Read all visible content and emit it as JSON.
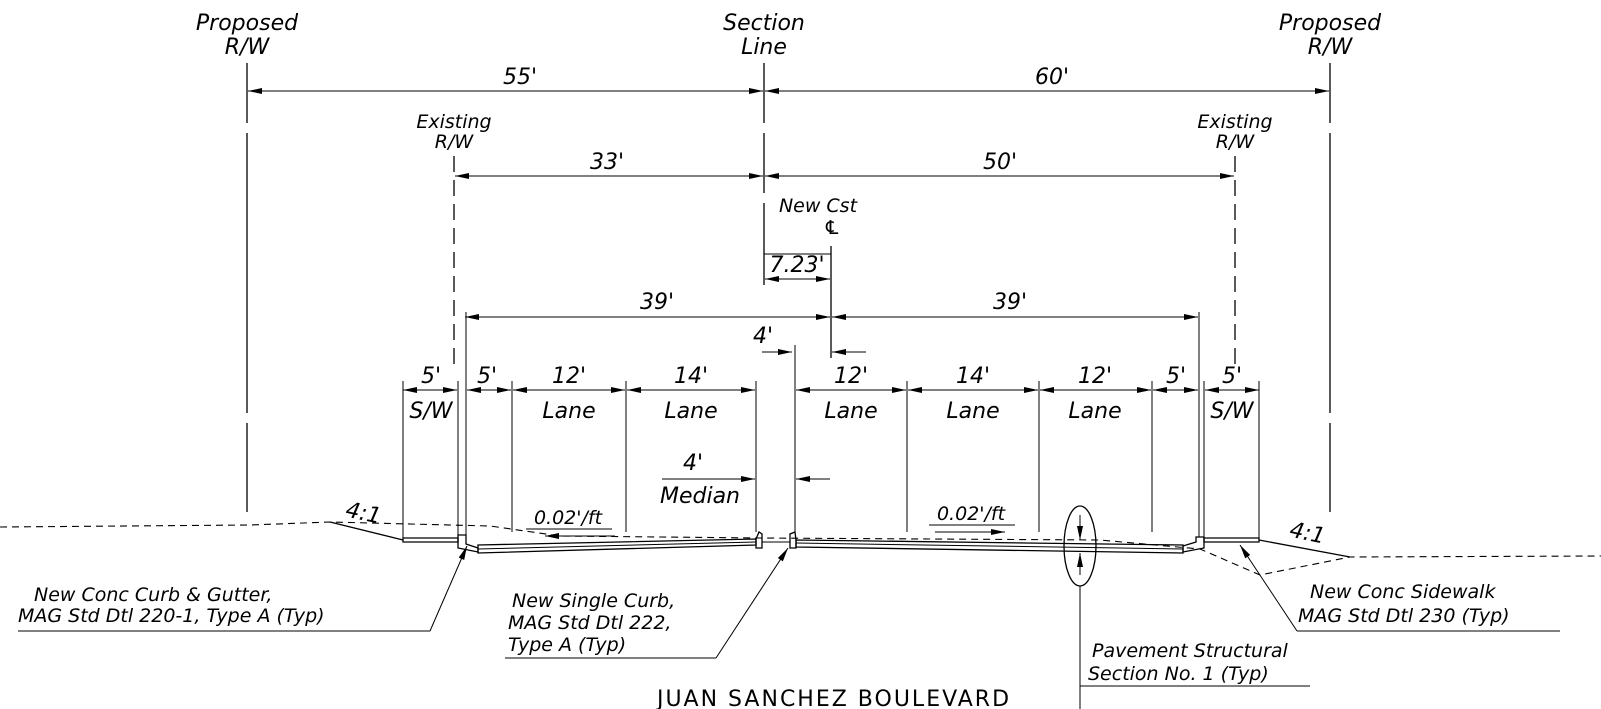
{
  "labels": {
    "proposed_rw_left": [
      "Proposed",
      "R/W"
    ],
    "proposed_rw_right": [
      "Proposed",
      "R/W"
    ],
    "section_line": [
      "Section",
      "Line"
    ],
    "existing_rw_left": [
      "Existing",
      "R/W"
    ],
    "existing_rw_right": [
      "Existing",
      "R/W"
    ],
    "new_cst": [
      "New Cst",
      "℄"
    ]
  },
  "dimensions": {
    "left_55": "55'",
    "right_60": "60'",
    "left_33": "33'",
    "right_50": "50'",
    "offset": "7.23'",
    "left_39": "39'",
    "right_39": "39'",
    "median_4_top": "4'",
    "sw_left": "5'",
    "sw_left_label": "S/W",
    "curb_left": "5'",
    "lane_l1": "12'",
    "lane_l1_label": "Lane",
    "lane_l2": "14'",
    "lane_l2_label": "Lane",
    "lane_r1": "12'",
    "lane_r1_label": "Lane",
    "lane_r2": "14'",
    "lane_r2_label": "Lane",
    "lane_r3": "12'",
    "lane_r3_label": "Lane",
    "curb_right": "5'",
    "sw_right": "5'",
    "sw_right_label": "S/W",
    "median_4": "4'",
    "median_label": "Median"
  },
  "slopes": {
    "left_side": "4:1",
    "right_side": "4:1",
    "cross_left": "0.02'/ft",
    "cross_right": "0.02'/ft"
  },
  "callouts": {
    "curb_gutter": [
      "New Conc Curb & Gutter,",
      "MAG Std Dtl 220-1, Type A (Typ)"
    ],
    "single_curb": [
      "New Single Curb,",
      "MAG Std Dtl 222,",
      "Type A (Typ)"
    ],
    "sidewalk": [
      "New Conc Sidewalk",
      "MAG Std Dtl 230 (Typ)"
    ],
    "pavement": [
      "Pavement Structural",
      "Section No. 1 (Typ)"
    ]
  },
  "title": "JUAN SANCHEZ BOULEVARD"
}
